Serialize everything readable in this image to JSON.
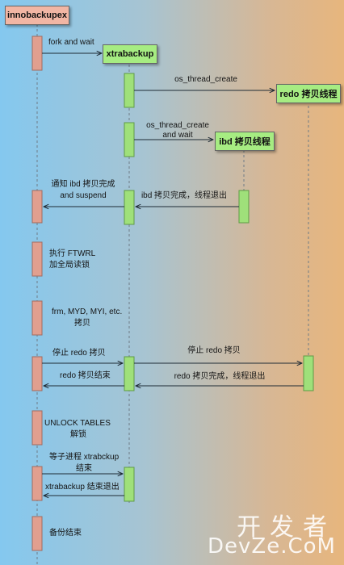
{
  "participants": {
    "innobackupex": "innobackupex",
    "xtrabackup": "xtrabackup",
    "redo_thread": "redo 拷贝线程",
    "ibd_thread": "ibd 拷贝线程"
  },
  "messages": {
    "fork_wait": "fork  and wait",
    "os_thread_create": "os_thread_create",
    "os_thread_create_wait_1": "os_thread_create",
    "os_thread_create_wait_2": "and wait",
    "notify_ibd_1": "通知 ibd 拷贝完成",
    "notify_ibd_2": "and suspend",
    "ibd_done": "ibd 拷贝完成，线程退出",
    "ftwrl_1": "执行 FTWRL",
    "ftwrl_2": "加全局读锁",
    "frm_1": "frm, MYD, MYI, etc.",
    "frm_2": "拷贝",
    "stop_redo_left": "停止 redo 拷贝",
    "stop_redo_right": "停止 redo 拷贝",
    "redo_copy_end": "redo 拷贝结束",
    "redo_done": "redo 拷贝完成，线程退出",
    "unlock_1": "UNLOCK TABLES",
    "unlock_2": "解锁",
    "wait_child_1": "等子进程 xtrabckup",
    "wait_child_2": "结束",
    "xtrabackup_exit": "xtrabackup 结束退出",
    "backup_end": "备份结束"
  },
  "watermark": {
    "line1": "开发者",
    "line2": "DevZe.CoM"
  },
  "colors": {
    "innobackupex": "#e19f8f",
    "xtrabackup": "#9fe07a",
    "arrow": "#1e2b35"
  }
}
